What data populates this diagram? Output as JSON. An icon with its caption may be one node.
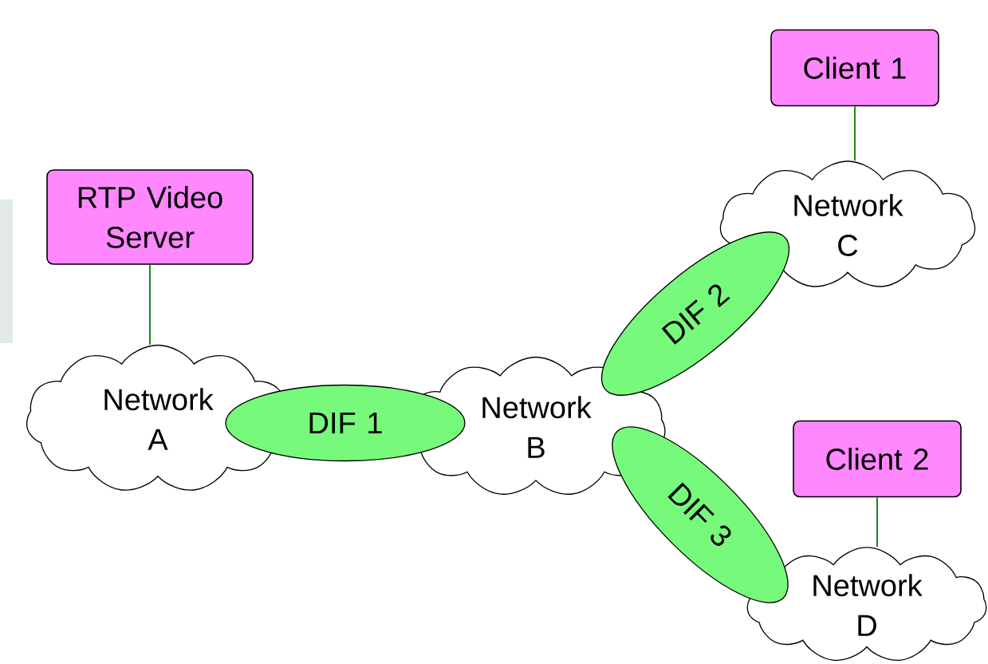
{
  "diagram": {
    "nodes": [
      {
        "text": [
          "RTP Video Server"
        ]
      },
      {
        "text": [
          "Network A"
        ]
      },
      {
        "text": [
          "DIF 1"
        ]
      },
      {
        "text": [
          "Network B"
        ]
      },
      {
        "text": [
          "DIF 2"
        ]
      },
      {
        "text": [
          "Network C"
        ]
      },
      {
        "text": [
          "Client  1"
        ]
      },
      {
        "text": [
          "DIF 3"
        ]
      },
      {
        "text": [
          "Client  2"
        ]
      },
      {
        "text": [
          "Network D"
        ]
      }
    ],
    "edges": [
      {
        "from": 0,
        "to": 1,
        "arrow": "none"
      },
      {
        "from": 6,
        "to": 5,
        "arrow": "none"
      },
      {
        "from": 8,
        "to": 9,
        "arrow": "none"
      }
    ]
  }
}
